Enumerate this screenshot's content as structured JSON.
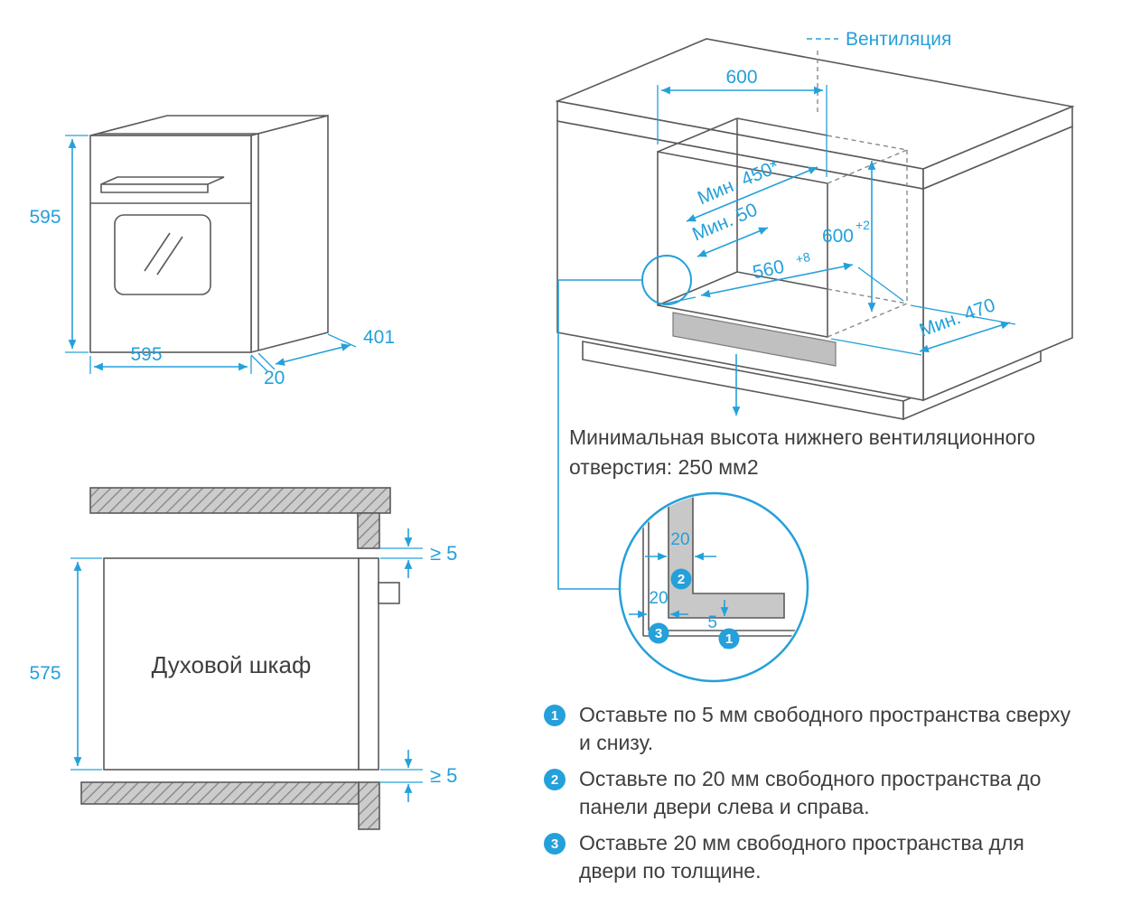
{
  "colors": {
    "accent_blue": "#24a0da",
    "line_gray": "#5a5a5a",
    "text_dark": "#3e3e3e",
    "section_fill": "#c8c8c8"
  },
  "oven_view": {
    "height": "595",
    "width": "595",
    "depth": "401",
    "door_thickness": "20"
  },
  "cabinet_view": {
    "ventilation": "Вентиляция",
    "opening_width_top": "600",
    "min_depth_top": "Мин. 450*",
    "min_gap": "Мин. 50",
    "niche_height": "600",
    "niche_height_tol": "+2",
    "niche_width": "560",
    "niche_width_tol": "+8",
    "min_depth_bottom": "Мин. 470"
  },
  "vent_note": {
    "line1": "Минимальная высота нижнего вентиляционного",
    "line2": "отверстия: 250 мм2"
  },
  "side_view": {
    "oven_label": "Духовой шкаф",
    "height": "575",
    "gap_top": "≥ 5",
    "gap_bottom": "≥ 5"
  },
  "detail_view": {
    "door_thickness_top": "20",
    "side_clearance": "20",
    "bottom_gap": "5",
    "marker_1": "1",
    "marker_2": "2",
    "marker_3": "3"
  },
  "notes": [
    {
      "number": "1",
      "text": "Оставьте по 5 мм свободного пространства сверху и снизу."
    },
    {
      "number": "2",
      "text": "Оставьте по 20 мм свободного пространства до панели двери слева и справа."
    },
    {
      "number": "3",
      "text": "Оставьте 20 мм свободного пространства для двери по толщине."
    }
  ]
}
